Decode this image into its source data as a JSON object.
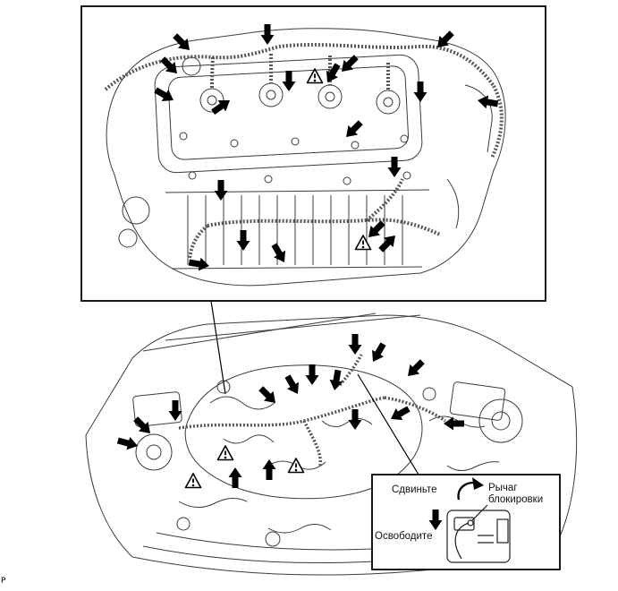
{
  "page": {
    "corner_mark": "P"
  },
  "colors": {
    "arrow": "#000000",
    "frame": "#000000",
    "artwork": "#3c3c3c",
    "harness": "#555555",
    "background": "#ffffff"
  },
  "callout": {
    "slide_label": "Сдвиньте",
    "lock_lever_line1": "Рычаг",
    "lock_lever_line2": "блокировки",
    "release_label": "Освободите"
  }
}
